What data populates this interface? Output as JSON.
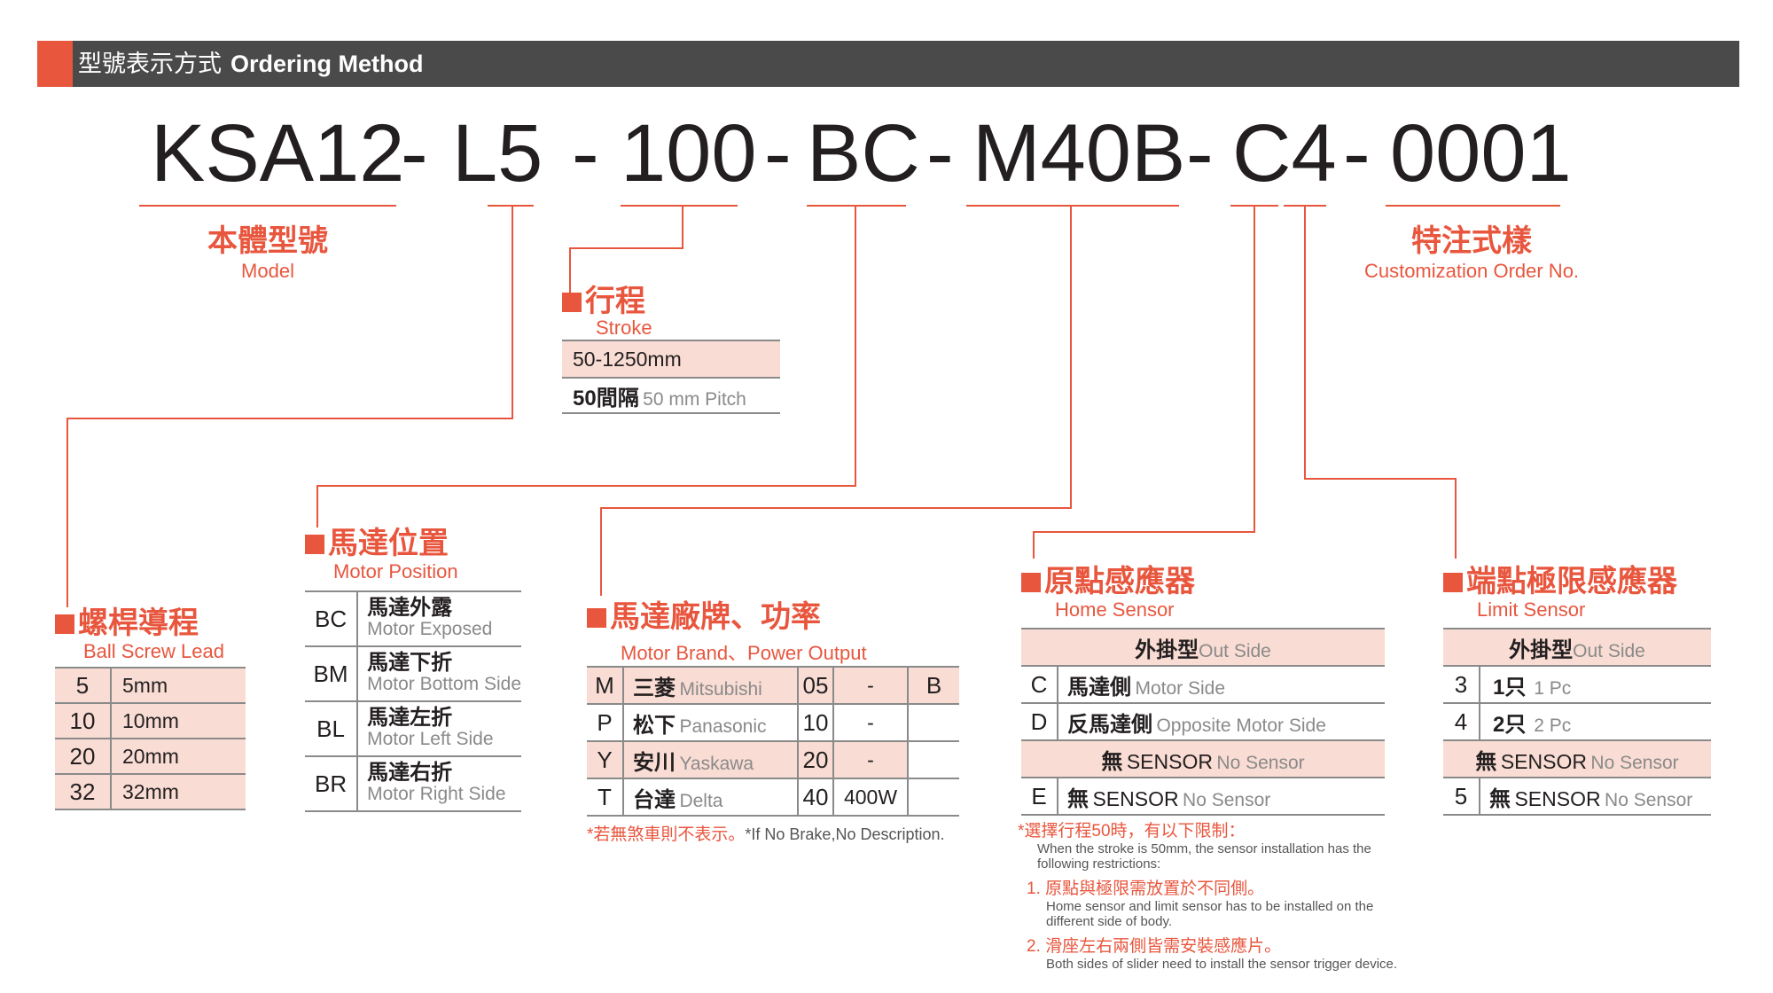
{
  "header": {
    "title_zh": "型號表示方式",
    "title_en": "Ordering Method"
  },
  "code": {
    "model": "KSA12",
    "dash1": "-",
    "lead": "L5",
    "dash2": "-",
    "stroke": "100",
    "dash3": "-",
    "position": "BC",
    "dash4": "-",
    "motor": "M40B",
    "dash5": "-",
    "sensor": "C4",
    "dash6": "-",
    "custom": "0001"
  },
  "model_caption": {
    "zh": "本體型號",
    "en": "Model"
  },
  "custom_caption": {
    "zh": "特注式樣",
    "en": "Customization Order No."
  },
  "stroke": {
    "zh": "行程",
    "en": "Stroke",
    "range": "50-1250mm",
    "pitch_zh": "50間隔",
    "pitch_en": "50 mm Pitch"
  },
  "ball_screw_lead": {
    "zh": "螺桿導程",
    "en": "Ball Screw Lead",
    "rows": [
      {
        "code": "5",
        "value": "5mm"
      },
      {
        "code": "10",
        "value": "10mm"
      },
      {
        "code": "20",
        "value": "20mm"
      },
      {
        "code": "32",
        "value": "32mm"
      }
    ]
  },
  "motor_position": {
    "zh": "馬達位置",
    "en": "Motor Position",
    "rows": [
      {
        "code": "BC",
        "zh": "馬達外露",
        "en": "Motor Exposed"
      },
      {
        "code": "BM",
        "zh": "馬達下折",
        "en": "Motor Bottom Side"
      },
      {
        "code": "BL",
        "zh": "馬達左折",
        "en": "Motor Left Side"
      },
      {
        "code": "BR",
        "zh": "馬達右折",
        "en": "Motor Right Side"
      }
    ]
  },
  "motor_brand": {
    "zh": "馬達廠牌、功率",
    "en": "Motor Brand、Power Output",
    "rows": [
      {
        "code": "M",
        "brand_zh": "三菱",
        "brand_en": "Mitsubishi",
        "power_code": "05",
        "power": "-",
        "brake": "B"
      },
      {
        "code": "P",
        "brand_zh": "松下",
        "brand_en": "Panasonic",
        "power_code": "10",
        "power": "-",
        "brake": ""
      },
      {
        "code": "Y",
        "brand_zh": "安川",
        "brand_en": "Yaskawa",
        "power_code": "20",
        "power": "-",
        "brake": ""
      },
      {
        "code": "T",
        "brand_zh": "台達",
        "brand_en": "Delta",
        "power_code": "40",
        "power": "400W",
        "brake": ""
      }
    ],
    "note_zh": "*若無煞車則不表示。",
    "note_en": "*If No Brake,No Description."
  },
  "home_sensor": {
    "zh": "原點感應器",
    "en": "Home Sensor",
    "out_zh": "外掛型",
    "out_en": "Out Side",
    "rows": [
      {
        "code": "C",
        "zh": "馬達側",
        "en": "Motor Side"
      },
      {
        "code": "D",
        "zh": "反馬達側",
        "en": "Opposite Motor Side"
      }
    ],
    "none_zh": "無",
    "none_mid": "SENSOR",
    "none_en": "No Sensor",
    "e_code": "E",
    "e_zh": "無",
    "e_mid": "SENSOR",
    "e_en": "No Sensor"
  },
  "limit_sensor": {
    "zh": "端點極限感應器",
    "en": "Limit Sensor",
    "out_zh": "外掛型",
    "out_en": "Out Side",
    "rows": [
      {
        "code": "3",
        "zh": "1只",
        "en": "1 Pc"
      },
      {
        "code": "4",
        "zh": "2只",
        "en": "2 Pc"
      }
    ],
    "none_zh": "無",
    "none_mid": "SENSOR",
    "none_en": "No Sensor",
    "five_code": "5",
    "five_zh": "無",
    "five_mid": "SENSOR",
    "five_en": "No Sensor"
  },
  "notes": {
    "title_zh": "*選擇行程50時，有以下限制：",
    "title_en": "When the stroke is 50mm, the sensor installation has the following restrictions:",
    "n1_zh": "1. 原點與極限需放置於不同側。",
    "n1_en": "Home sensor and limit sensor has to be installed on the different side of body.",
    "n2_zh": "2. 滑座左右兩側皆需安裝感應片。",
    "n2_en": "Both sides of slider need to install the sensor trigger device."
  },
  "colors": {
    "accent": "#e8563e",
    "header_bg": "#4a4a4a",
    "highlight": "#f9dcd3",
    "line": "#e8563e"
  }
}
